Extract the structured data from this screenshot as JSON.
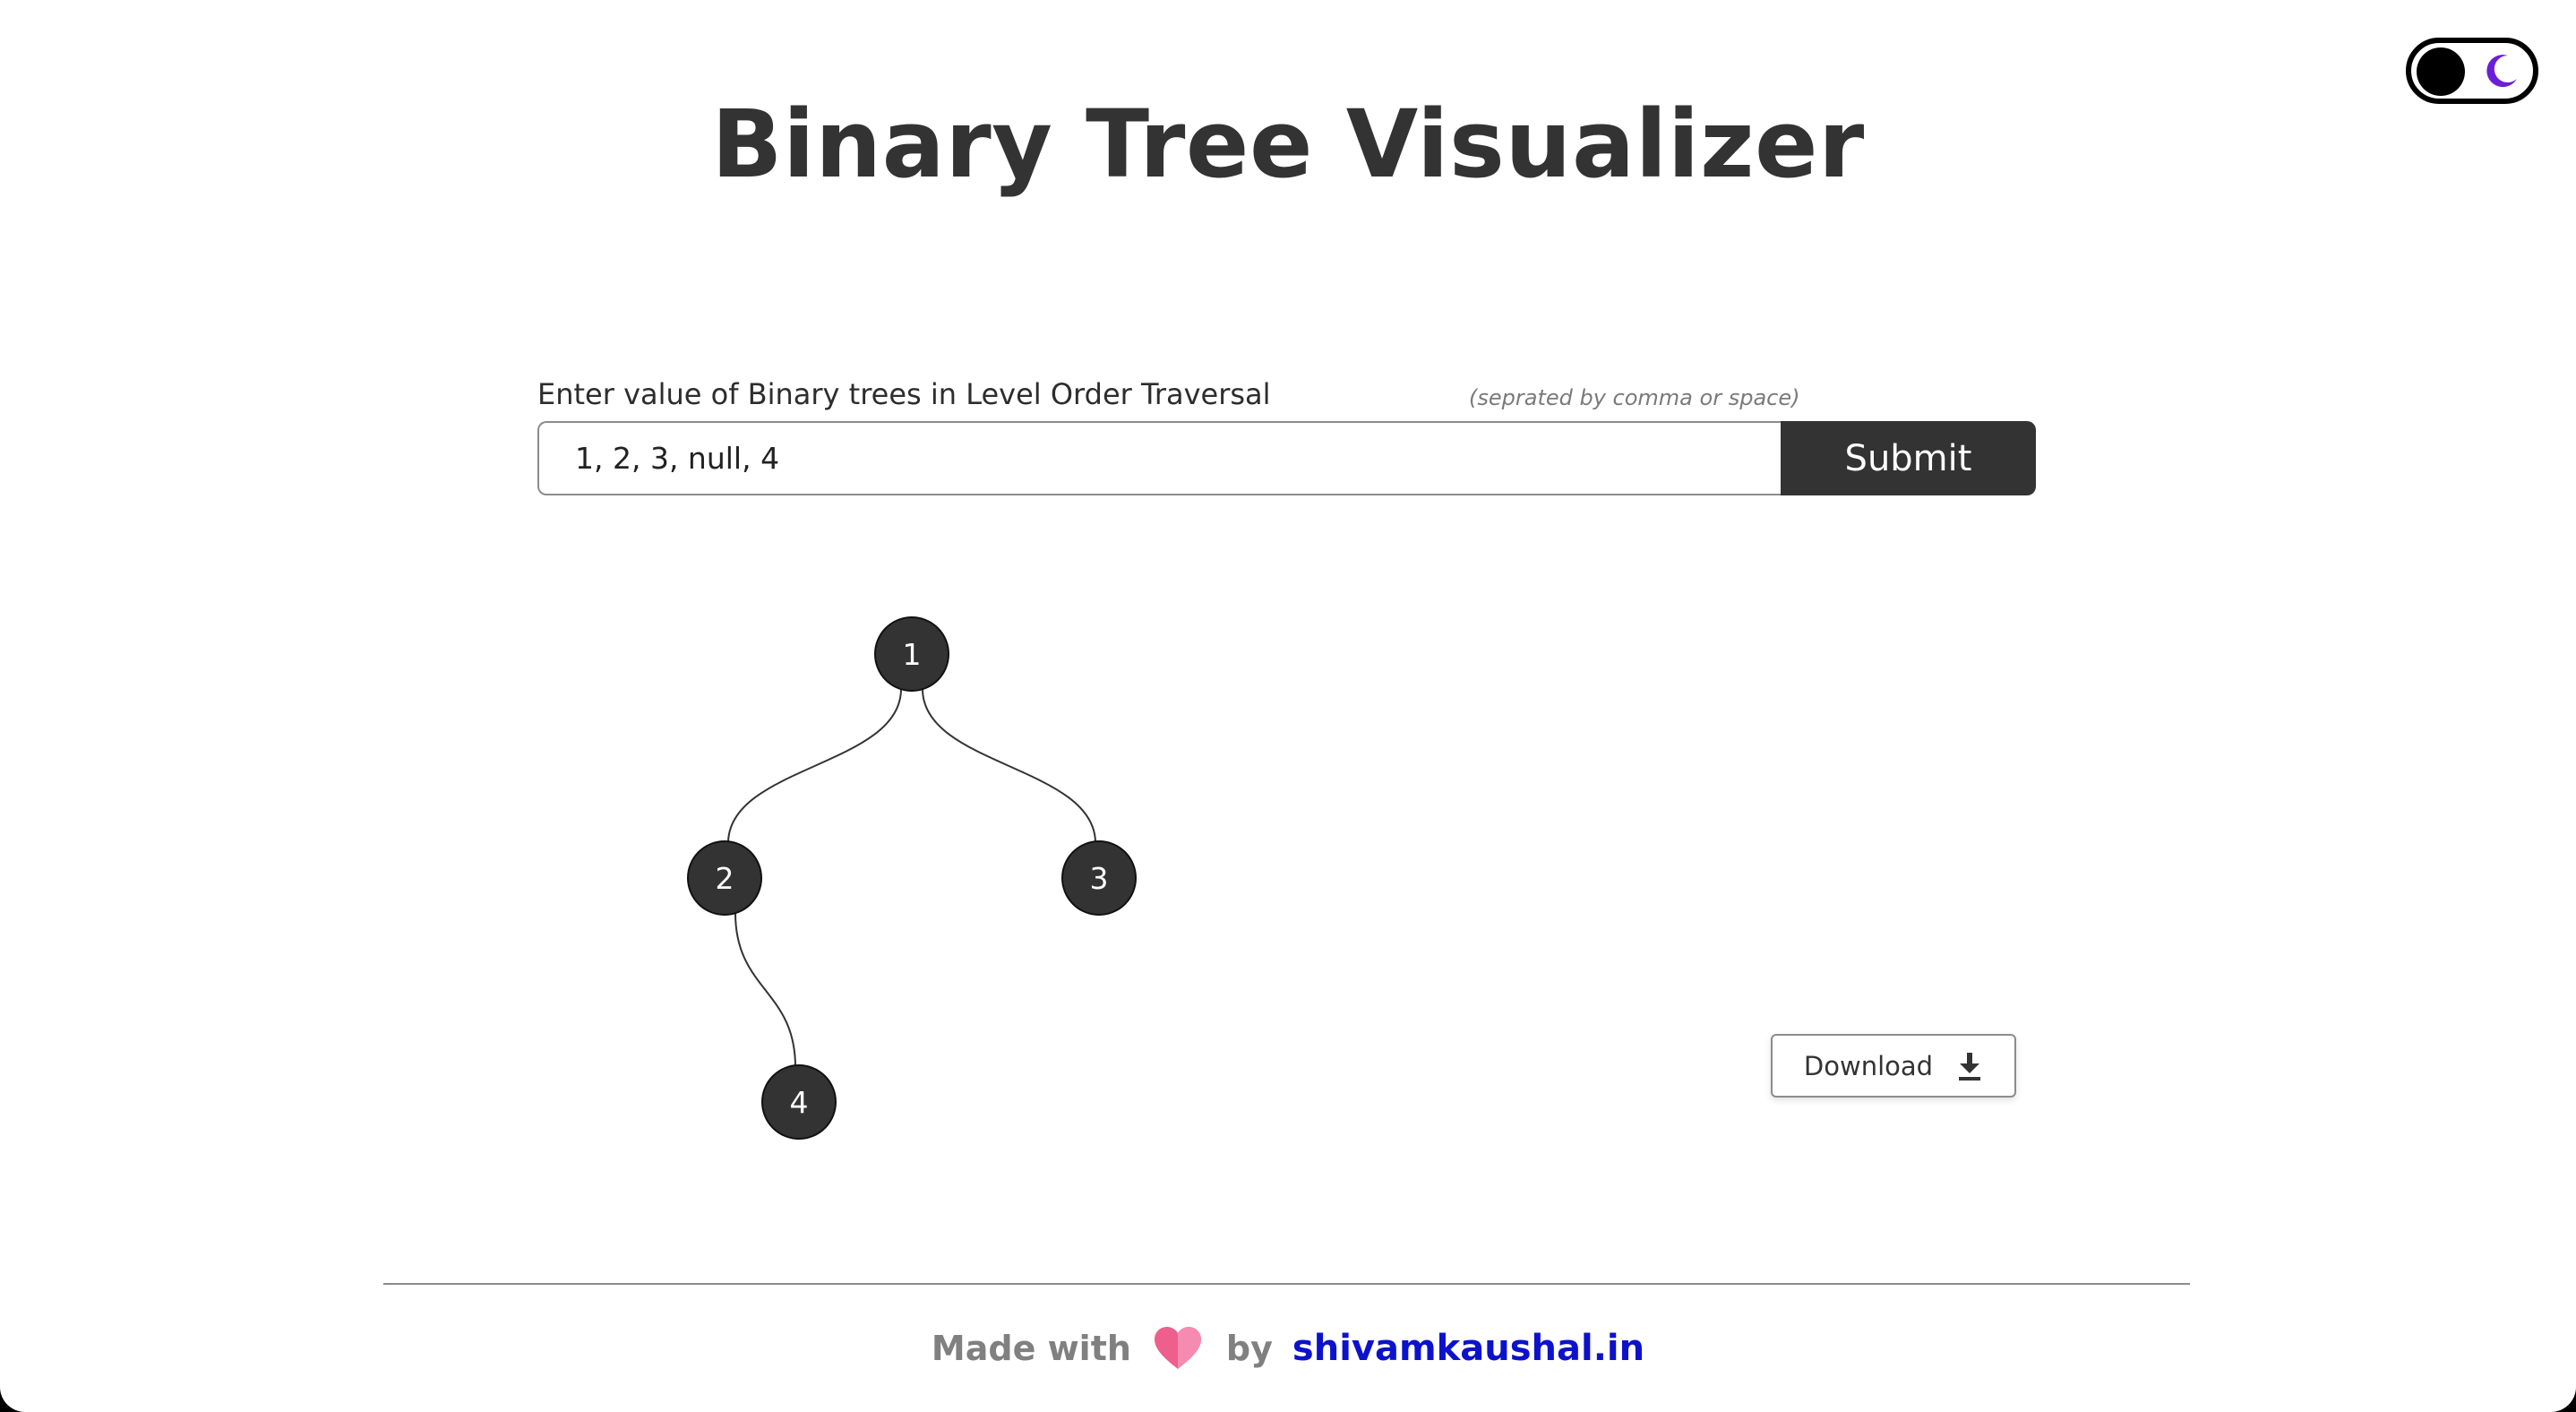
{
  "header": {
    "title": "Binary Tree Visualizer"
  },
  "theme_toggle": {
    "mode": "light",
    "icon": "moon-icon",
    "accent": "#6c1fd6"
  },
  "input_section": {
    "label": "Enter value of Binary trees in Level Order Traversal",
    "hint": "(seprated by comma or space)",
    "value": "1, 2, 3, null, 4",
    "submit_label": "Submit"
  },
  "tree": {
    "node_color": "#333333",
    "nodes": [
      {
        "id": "1",
        "label": "1"
      },
      {
        "id": "2",
        "label": "2"
      },
      {
        "id": "3",
        "label": "3"
      },
      {
        "id": "4",
        "label": "4"
      }
    ],
    "edges": [
      {
        "from": "1",
        "to": "2",
        "side": "left"
      },
      {
        "from": "1",
        "to": "3",
        "side": "right"
      },
      {
        "from": "2",
        "to": "4",
        "side": "right"
      }
    ]
  },
  "download": {
    "label": "Download",
    "icon": "download-icon"
  },
  "footer": {
    "made_with": "Made with",
    "heart_icon": "heart-icon",
    "heart_color": "#ee5f8e",
    "by": "by",
    "link_text": "shivamkaushal.in",
    "link_color": "#0c12cc"
  }
}
